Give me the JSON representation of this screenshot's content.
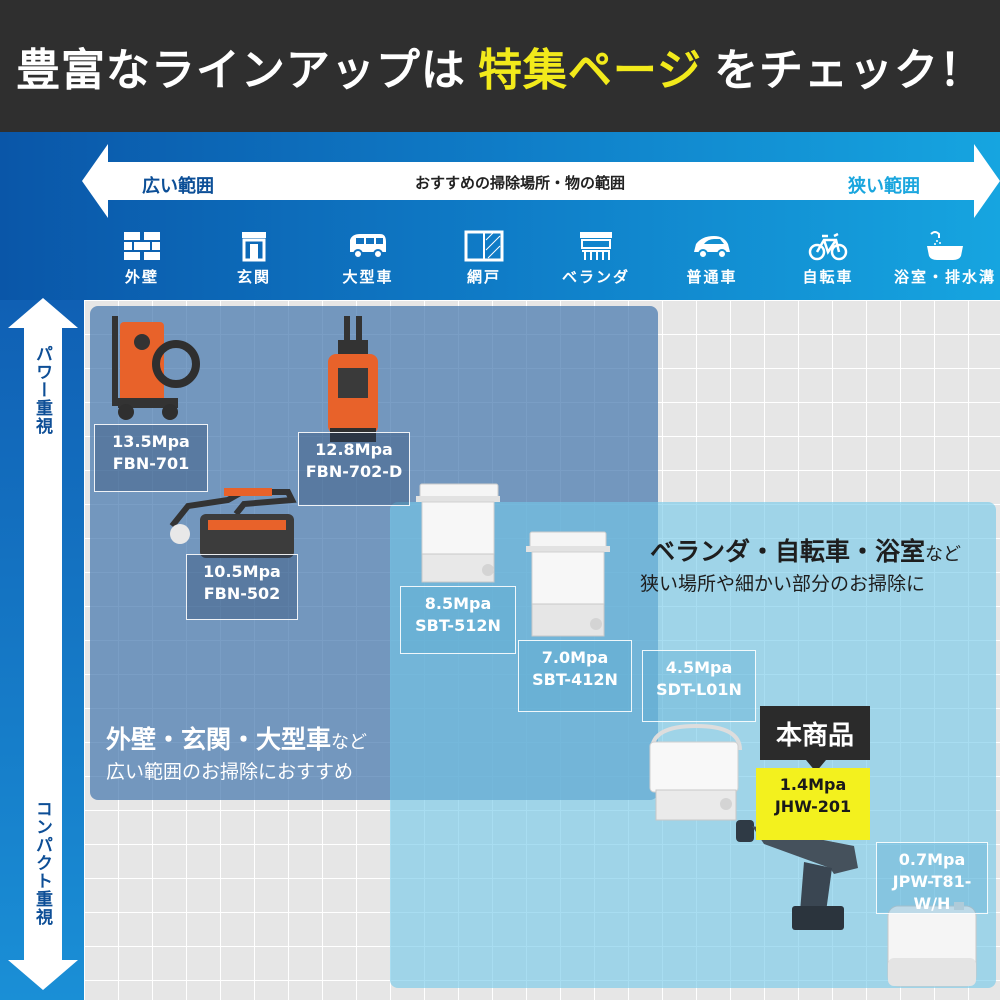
{
  "header": {
    "part1": "豊富なラインアップは",
    "highlight": "特集ページ",
    "part2": "をチェック！"
  },
  "range": {
    "left_label": "広い範囲",
    "middle_label": "おすすめの掃除場所・物の範囲",
    "right_label": "狭い範囲"
  },
  "places": [
    {
      "label": "外壁",
      "icon": "brick-wall-icon"
    },
    {
      "label": "玄関",
      "icon": "house-entrance-icon"
    },
    {
      "label": "大型車",
      "icon": "van-icon"
    },
    {
      "label": "網戸",
      "icon": "screen-door-icon"
    },
    {
      "label": "ベランダ",
      "icon": "balcony-icon"
    },
    {
      "label": "普通車",
      "icon": "car-icon"
    },
    {
      "label": "自転車",
      "icon": "bicycle-icon"
    },
    {
      "label": "浴室・排水溝",
      "icon": "bathtub-icon"
    }
  ],
  "axis": {
    "top_label": "パワー重視",
    "bottom_label": "コンパクト重視"
  },
  "region_wide": {
    "title": "外壁・玄関・大型車",
    "title_suffix": "など",
    "sub": "広い範囲のお掃除におすすめ"
  },
  "region_narrow": {
    "title": "ベランダ・自転車・浴室",
    "title_suffix": "など",
    "sub": "狭い場所や細かい部分のお掃除に"
  },
  "badge": "本商品",
  "products": [
    {
      "pressure": "13.5Mpa",
      "model": "FBN-701"
    },
    {
      "pressure": "12.8Mpa",
      "model": "FBN-702-D"
    },
    {
      "pressure": "10.5Mpa",
      "model": "FBN-502"
    },
    {
      "pressure": "8.5Mpa",
      "model": "SBT-512N"
    },
    {
      "pressure": "7.0Mpa",
      "model": "SBT-412N"
    },
    {
      "pressure": "4.5Mpa",
      "model": "SDT-L01N"
    },
    {
      "pressure": "1.4Mpa",
      "model": "JHW-201"
    },
    {
      "pressure": "0.7Mpa",
      "model": "JPW-T81-W/H"
    }
  ],
  "colors": {
    "header_bg": "#2f2f2f",
    "highlight": "#f2ea1b",
    "brand_orange": "#e8622a",
    "band_blue": "#0f7cc7"
  }
}
